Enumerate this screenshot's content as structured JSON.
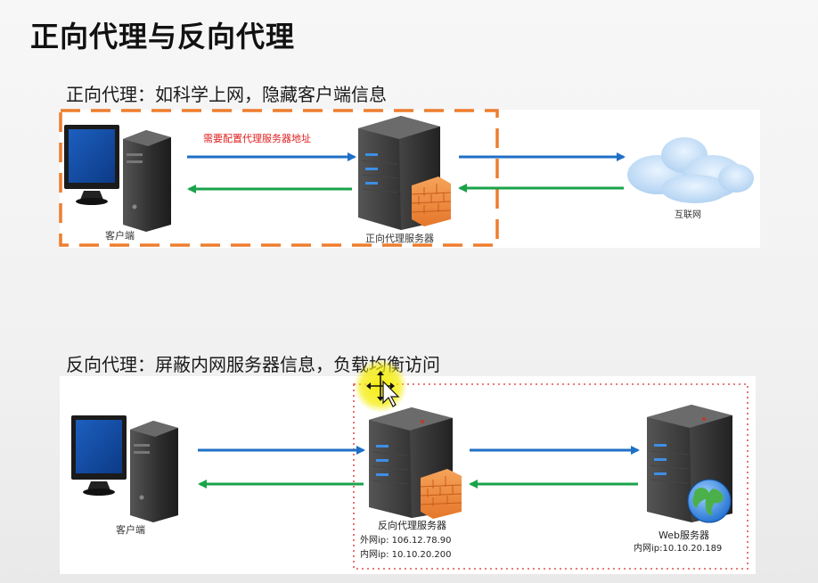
{
  "slide": {
    "title": "正向代理与反向代理"
  },
  "forward": {
    "heading": "正向代理：如科学上网，隐藏客户端信息",
    "note": "需要配置代理服务器地址",
    "client_label": "客户端",
    "proxy_label": "正向代理服务器",
    "internet_label": "互联网",
    "colors": {
      "frame": "#ee7d2e",
      "note": "#e02020",
      "request_arrow": "#1f6fc6",
      "response_arrow": "#1aa34a"
    }
  },
  "reverse": {
    "heading": "反向代理：屏蔽内网服务器信息，负载均衡访问",
    "client_label": "客户端",
    "proxy_label": "反向代理服务器",
    "proxy_external_ip": "外网ip: 106.12.78.90",
    "proxy_internal_ip": "内网ip: 10.10.20.200",
    "web_label": "Web服务器",
    "web_internal_ip": "内网ip:10.10.20.189",
    "colors": {
      "frame": "#e05050",
      "request_arrow": "#1f6fc6",
      "response_arrow": "#1aa34a"
    }
  },
  "cursor": {
    "icon": "move-cursor-icon",
    "highlight": "#f2e600"
  }
}
